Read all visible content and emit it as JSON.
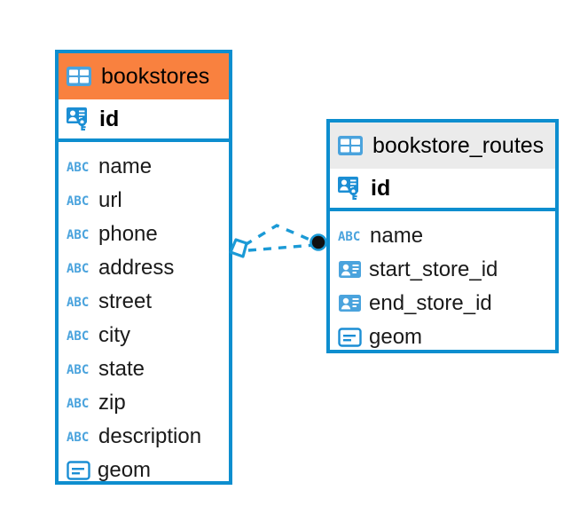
{
  "diagram": {
    "type": "entity-relationship-diagram",
    "background_color": "#ffffff",
    "accent_color": "#0d8ecf",
    "highlight_color": "#f9813f",
    "muted_header_color": "#ebebeb"
  },
  "entities": [
    {
      "name": "bookstores",
      "title": "bookstores",
      "header_style": "accent",
      "header_icon": "table-icon",
      "primary_key": {
        "label": "id",
        "icon": "primary-key-icon"
      },
      "fields": [
        {
          "label": "name",
          "icon": "abc-text-icon"
        },
        {
          "label": "url",
          "icon": "abc-text-icon"
        },
        {
          "label": "phone",
          "icon": "abc-text-icon"
        },
        {
          "label": "address",
          "icon": "abc-text-icon"
        },
        {
          "label": "street",
          "icon": "abc-text-icon"
        },
        {
          "label": "city",
          "icon": "abc-text-icon"
        },
        {
          "label": "state",
          "icon": "abc-text-icon"
        },
        {
          "label": "zip",
          "icon": "abc-text-icon"
        },
        {
          "label": "description",
          "icon": "abc-text-icon"
        },
        {
          "label": "geom",
          "icon": "geometry-icon"
        }
      ]
    },
    {
      "name": "bookstore_routes",
      "title": "bookstore_routes",
      "header_style": "muted",
      "header_icon": "table-icon",
      "primary_key": {
        "label": "id",
        "icon": "primary-key-icon"
      },
      "fields": [
        {
          "label": "name",
          "icon": "abc-text-icon"
        },
        {
          "label": "start_store_id",
          "icon": "foreign-key-icon"
        },
        {
          "label": "end_store_id",
          "icon": "foreign-key-icon"
        },
        {
          "label": "geom",
          "icon": "geometry-icon"
        }
      ]
    }
  ],
  "relationship": {
    "from_entity": "bookstores",
    "to_entity": "bookstore_routes",
    "line_style": "dashed",
    "source_marker": "diamond-marker",
    "target_marker": "filled-circle-marker",
    "line_color": "#0d8ecf"
  }
}
